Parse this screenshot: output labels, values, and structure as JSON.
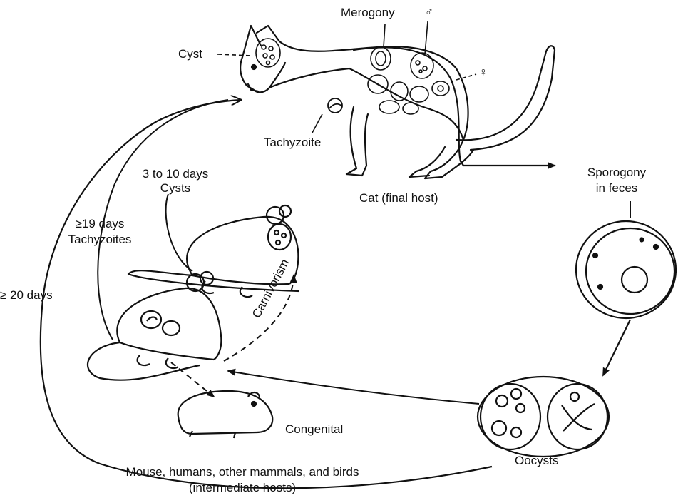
{
  "labels": {
    "morogony": "Merogony",
    "male_symbol": "♂",
    "female_symbol": "♀",
    "cyst": "Cyst",
    "tachyzoite": "Tachyzoite",
    "cat": "Cat (final host)",
    "cysts_days_1": "3 to 10 days",
    "cysts_days_2": "Cysts",
    "tachy_days_1": "≥19 days",
    "tachy_days_2": "Tachyzoites",
    "oocyst_days": "≥ 20 days",
    "sporogony_1": "Sporogony",
    "sporogony_2": "in feces",
    "carnivorism": "Carnivorism",
    "congenital": "Congenital",
    "oocysts": "Oocysts",
    "intermediate_1": "Mouse, humans, other mammals, and birds",
    "intermediate_2": "(intermediate hosts)"
  },
  "colors": {
    "ink": "#111111",
    "paper": "#ffffff"
  }
}
